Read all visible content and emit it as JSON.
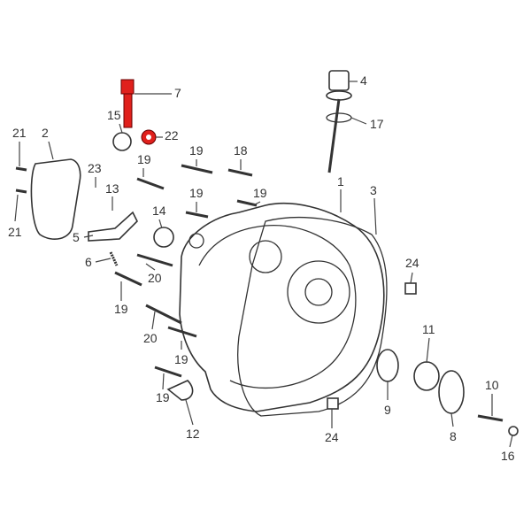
{
  "diagram": {
    "type": "exploded parts diagram",
    "callouts": [
      "7",
      "4",
      "17",
      "15",
      "22",
      "21",
      "2",
      "19",
      "19",
      "18",
      "23",
      "13",
      "1",
      "3",
      "19",
      "19",
      "14",
      "21",
      "5",
      "6",
      "24",
      "20",
      "19",
      "20",
      "11",
      "19",
      "10",
      "19",
      "9",
      "12",
      "24",
      "8",
      "16"
    ],
    "colors": {
      "highlight": "#e0201c",
      "line": "#333333"
    }
  }
}
